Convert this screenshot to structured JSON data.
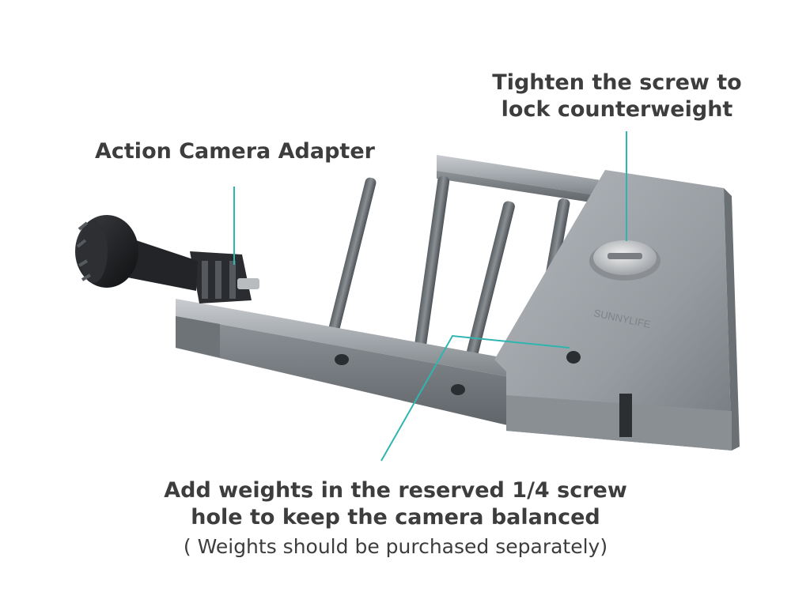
{
  "callouts": {
    "adapter": "Action Camera Adapter",
    "screw_line1": "Tighten the screw to",
    "screw_line2": "lock counterweight",
    "weights_line1": "Add weights in the reserved 1/4 screw",
    "weights_line2": "hole to keep the camera balanced",
    "weights_note": "( Weights should be purchased separately)"
  },
  "colors": {
    "leader_line": "#2fb5b0",
    "text": "#3d3d3d",
    "aluminum": "#9aa0a6",
    "knob": "#1c1c1e"
  },
  "icons": [
    "screw-knob-icon",
    "counterweight-screw-icon"
  ]
}
